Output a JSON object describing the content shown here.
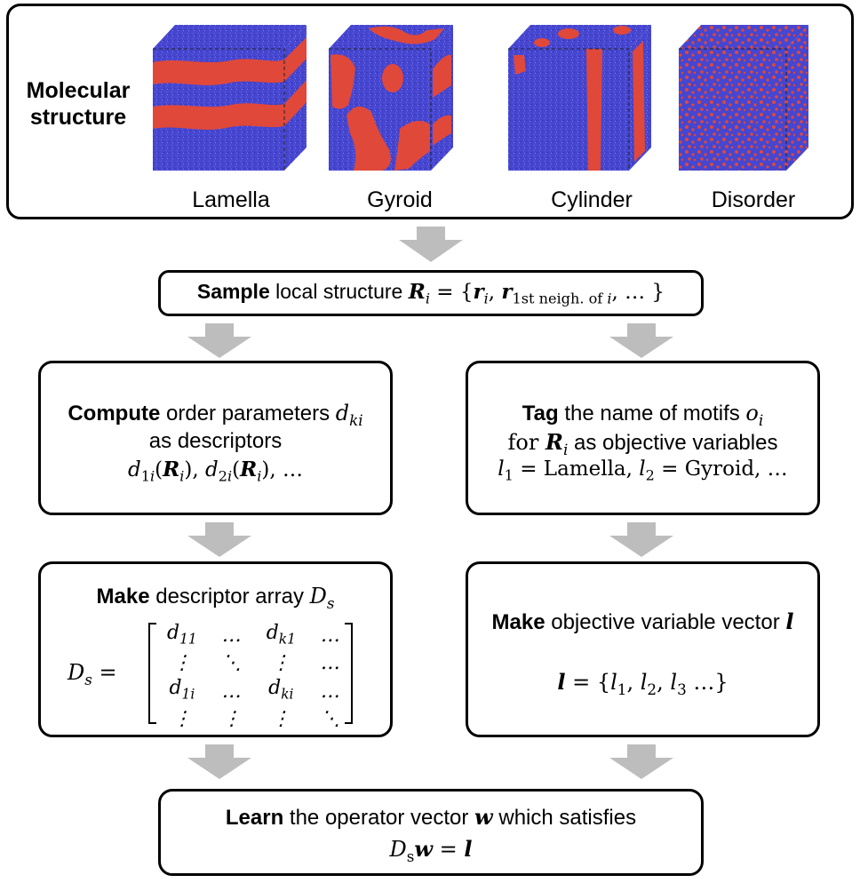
{
  "molecular": {
    "label_line1": "Molecular",
    "label_line2": "structure",
    "cubes": [
      {
        "label": "Lamella",
        "icon": "lamella-cube-icon"
      },
      {
        "label": "Gyroid",
        "icon": "gyroid-cube-icon"
      },
      {
        "label": "Cylinder",
        "icon": "cylinder-cube-icon"
      },
      {
        "label": "Disorder",
        "icon": "disorder-cube-icon"
      }
    ]
  },
  "sample": {
    "bold": "Sample",
    "text": "local structure",
    "formula": "R_i = {r_i, r_1st neigh. of i, …}"
  },
  "compute": {
    "bold": "Compute",
    "text": "order parameters",
    "line2": "as descriptors",
    "line3": "d_1i(R_i), d_2i(R_i), …"
  },
  "tag": {
    "bold": "Tag",
    "text": "the name of motifs",
    "line2": "as objective variables",
    "line3": "l_1 = Lamella, l_2 = Gyroid, …"
  },
  "make_d": {
    "bold": "Make",
    "text": "descriptor array",
    "matrix": "D_s = [d_11 … d_k1 …; ⋮ ⋱ ⋮ …; d_1i … d_ki …; ⋮ ⋮ ⋮ ⋱]"
  },
  "make_l": {
    "bold": "Make",
    "text": "objective variable vector",
    "formula": "l = {l_1, l_2, l_3 …}"
  },
  "learn": {
    "bold": "Learn",
    "text": "the operator vector",
    "text2": "which satisfies",
    "formula": "D_s w = l"
  },
  "colors": {
    "arrow": "#bdbdbd",
    "cube_blue": "#4a4ad6",
    "cube_red": "#e0483a",
    "border": "#000000"
  }
}
